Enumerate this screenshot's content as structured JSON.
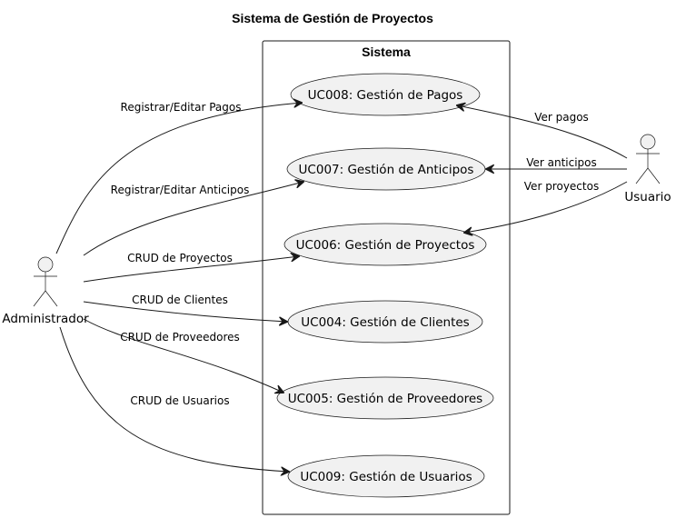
{
  "diagram": {
    "title": "Sistema de Gestión de Proyectos",
    "system_name": "Sistema",
    "actors": {
      "admin": "Administrador",
      "user": "Usuario"
    },
    "use_cases": {
      "uc008": "UC008: Gestión de Pagos",
      "uc007": "UC007: Gestión de Anticipos",
      "uc006": "UC006: Gestión de Proyectos",
      "uc004": "UC004: Gestión de Clientes",
      "uc005": "UC005: Gestión de Proveedores",
      "uc009": "UC009: Gestión de Usuarios"
    },
    "edges": {
      "admin_uc008": "Registrar/Editar Pagos",
      "admin_uc007": "Registrar/Editar Anticipos",
      "admin_uc006": "CRUD de Proyectos",
      "admin_uc004": "CRUD de Clientes",
      "admin_uc005": "CRUD de Proveedores",
      "admin_uc009": "CRUD de Usuarios",
      "user_uc008": "Ver pagos",
      "user_uc007": "Ver anticipos",
      "user_uc006": "Ver proyectos"
    },
    "colors": {
      "fill": "#F1F1F1",
      "stroke": "#181818"
    }
  }
}
